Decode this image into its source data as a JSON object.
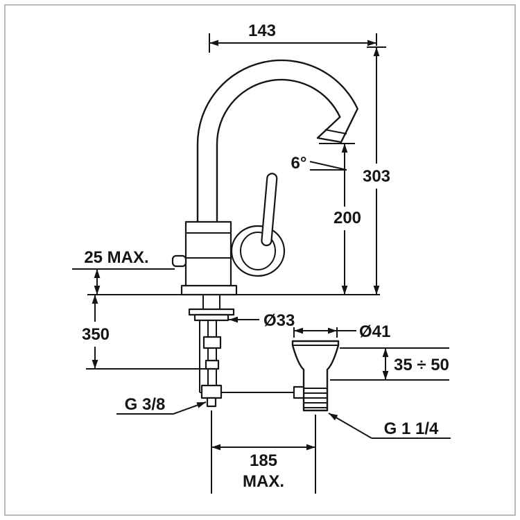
{
  "diagram": {
    "type": "technical-drawing",
    "subject": "single-lever basin mixer tap with pop-up waste, dimensioned installation drawing",
    "background_color": "#ffffff",
    "line_color": "#151515",
    "frame_color": "#b9b9b9"
  },
  "labels": {
    "spout_projection": "143",
    "spout_angle": "6°",
    "total_height": "303",
    "outlet_height": "200",
    "deck_thickness_max": "25 MAX.",
    "hose_length": "350",
    "hole_diameter": "Ø33",
    "flange_diameter": "Ø41",
    "waste_deck_range": "35 ÷ 50",
    "supply_thread": "G 3/8",
    "waste_thread": "G 1 1/4",
    "center_distance_value": "185",
    "center_distance_suffix": "MAX."
  }
}
